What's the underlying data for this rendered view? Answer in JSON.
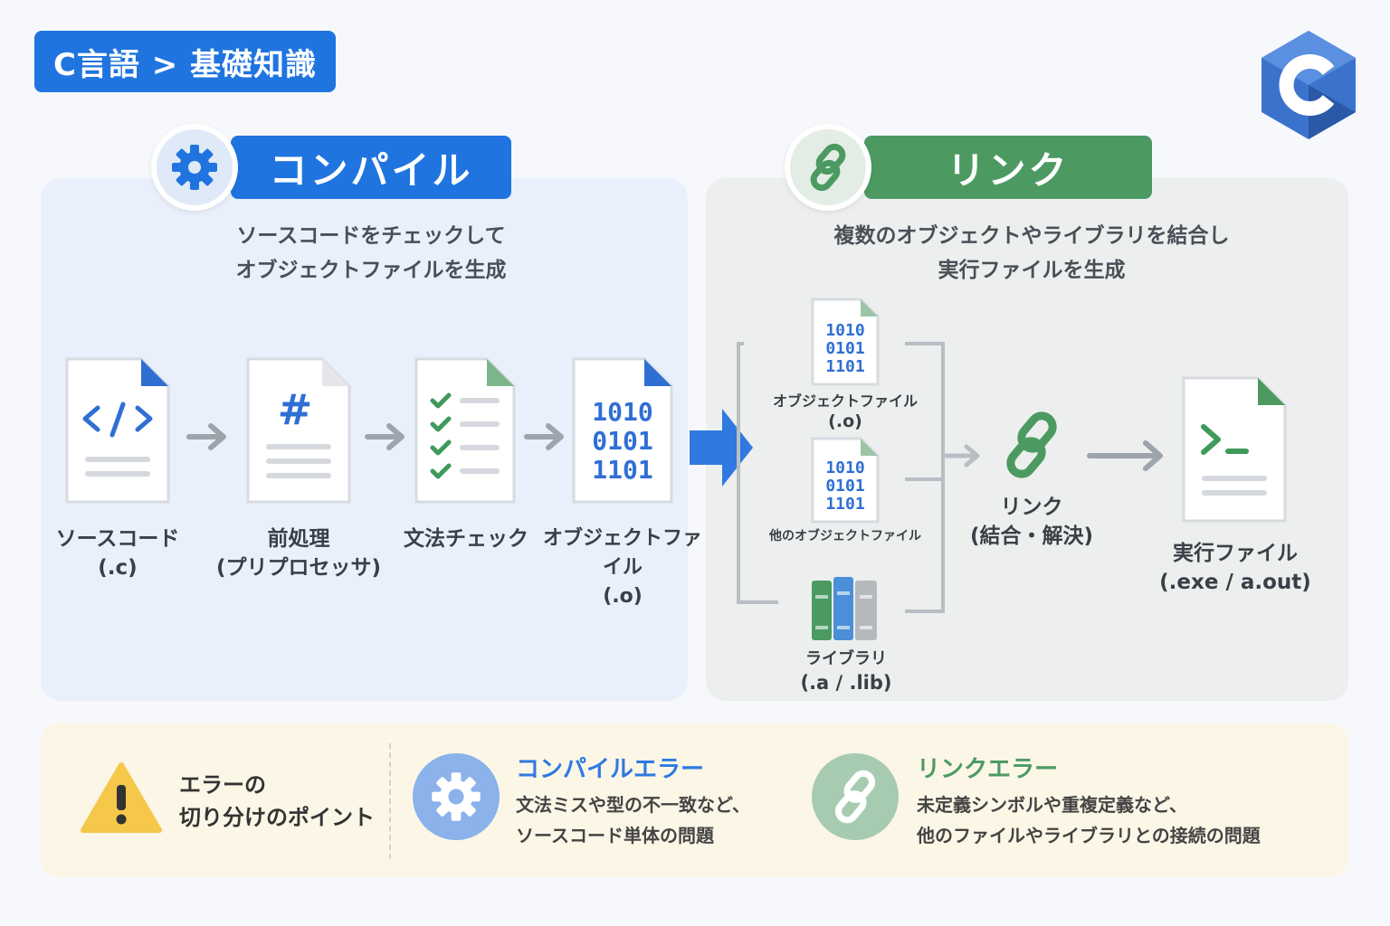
{
  "breadcrumb": "C言語 > 基礎知識",
  "compile": {
    "title": "コンパイル",
    "desc_line1": "ソースコードをチェックして",
    "desc_line2": "オブジェクトファイルを生成",
    "steps": [
      {
        "label": "ソースコード",
        "sub": "(.c)"
      },
      {
        "label": "前処理",
        "sub": "(プリプロセッサ)"
      },
      {
        "label": "文法チェック",
        "sub": ""
      },
      {
        "label": "オブジェクトファイル",
        "sub": "(.o)"
      }
    ],
    "binary": [
      "1010",
      "0101",
      "1101"
    ]
  },
  "link": {
    "title": "リンク",
    "desc_line1": "複数のオブジェクトやライブラリを結合し",
    "desc_line2": "実行ファイルを生成",
    "inputs": [
      {
        "label": "オブジェクトファイル",
        "sub": "(.o)"
      },
      {
        "label": "他のオブジェクトファイル",
        "sub": ""
      },
      {
        "label": "ライブラリ",
        "sub": "(.a / .lib)"
      }
    ],
    "link_label": "リンク",
    "link_sub": "(結合・解決)",
    "output_label": "実行ファイル",
    "output_sub": "(.exe / a.out)"
  },
  "note": {
    "title_line1": "エラーの",
    "title_line2": "切り分けのポイント",
    "compile_error": {
      "title": "コンパイルエラー",
      "line1": "文法ミスや型の不一致など、",
      "line2": "ソースコード単体の問題"
    },
    "link_error": {
      "title": "リンクエラー",
      "line1": "未定義シンボルや重複定義など、",
      "line2": "他のファイルやライブラリとの接続の問題"
    }
  },
  "colors": {
    "blue": "#1f74e0",
    "green": "#4c9a62",
    "warning": "#f5c84a"
  }
}
